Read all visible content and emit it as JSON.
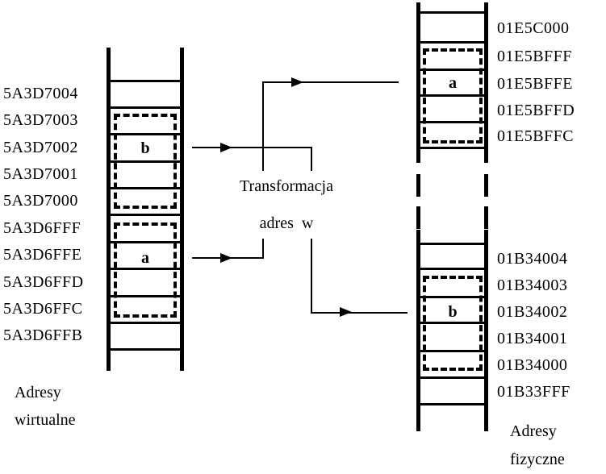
{
  "colors": {
    "ink": "#000000",
    "background": "#ffffff"
  },
  "transformation_label": {
    "line1": "Transformacja",
    "line2": "adres  w"
  },
  "virtual_memory": {
    "addresses": [
      "5A3D7004",
      "5A3D7003",
      "5A3D7002",
      "5A3D7001",
      "5A3D7000",
      "5A3D6FFF",
      "5A3D6FFE",
      "5A3D6FFD",
      "5A3D6FFC",
      "5A3D6FFB"
    ],
    "block_b_label": "b",
    "block_a_label": "a",
    "caption_line1": "Adresy",
    "caption_line2": "wirtualne"
  },
  "physical_memory_top": {
    "addresses": [
      "01E5C000",
      "01E5BFFF",
      "01E5BFFE",
      "01E5BFFD",
      "01E5BFFC"
    ],
    "block_a_label": "a"
  },
  "physical_memory_bottom": {
    "addresses": [
      "01B34004",
      "01B34003",
      "01B34002",
      "01B34001",
      "01B34000",
      "01B33FFF"
    ],
    "block_b_label": "b",
    "caption_line1": "Adresy",
    "caption_line2": "fizyczne"
  }
}
